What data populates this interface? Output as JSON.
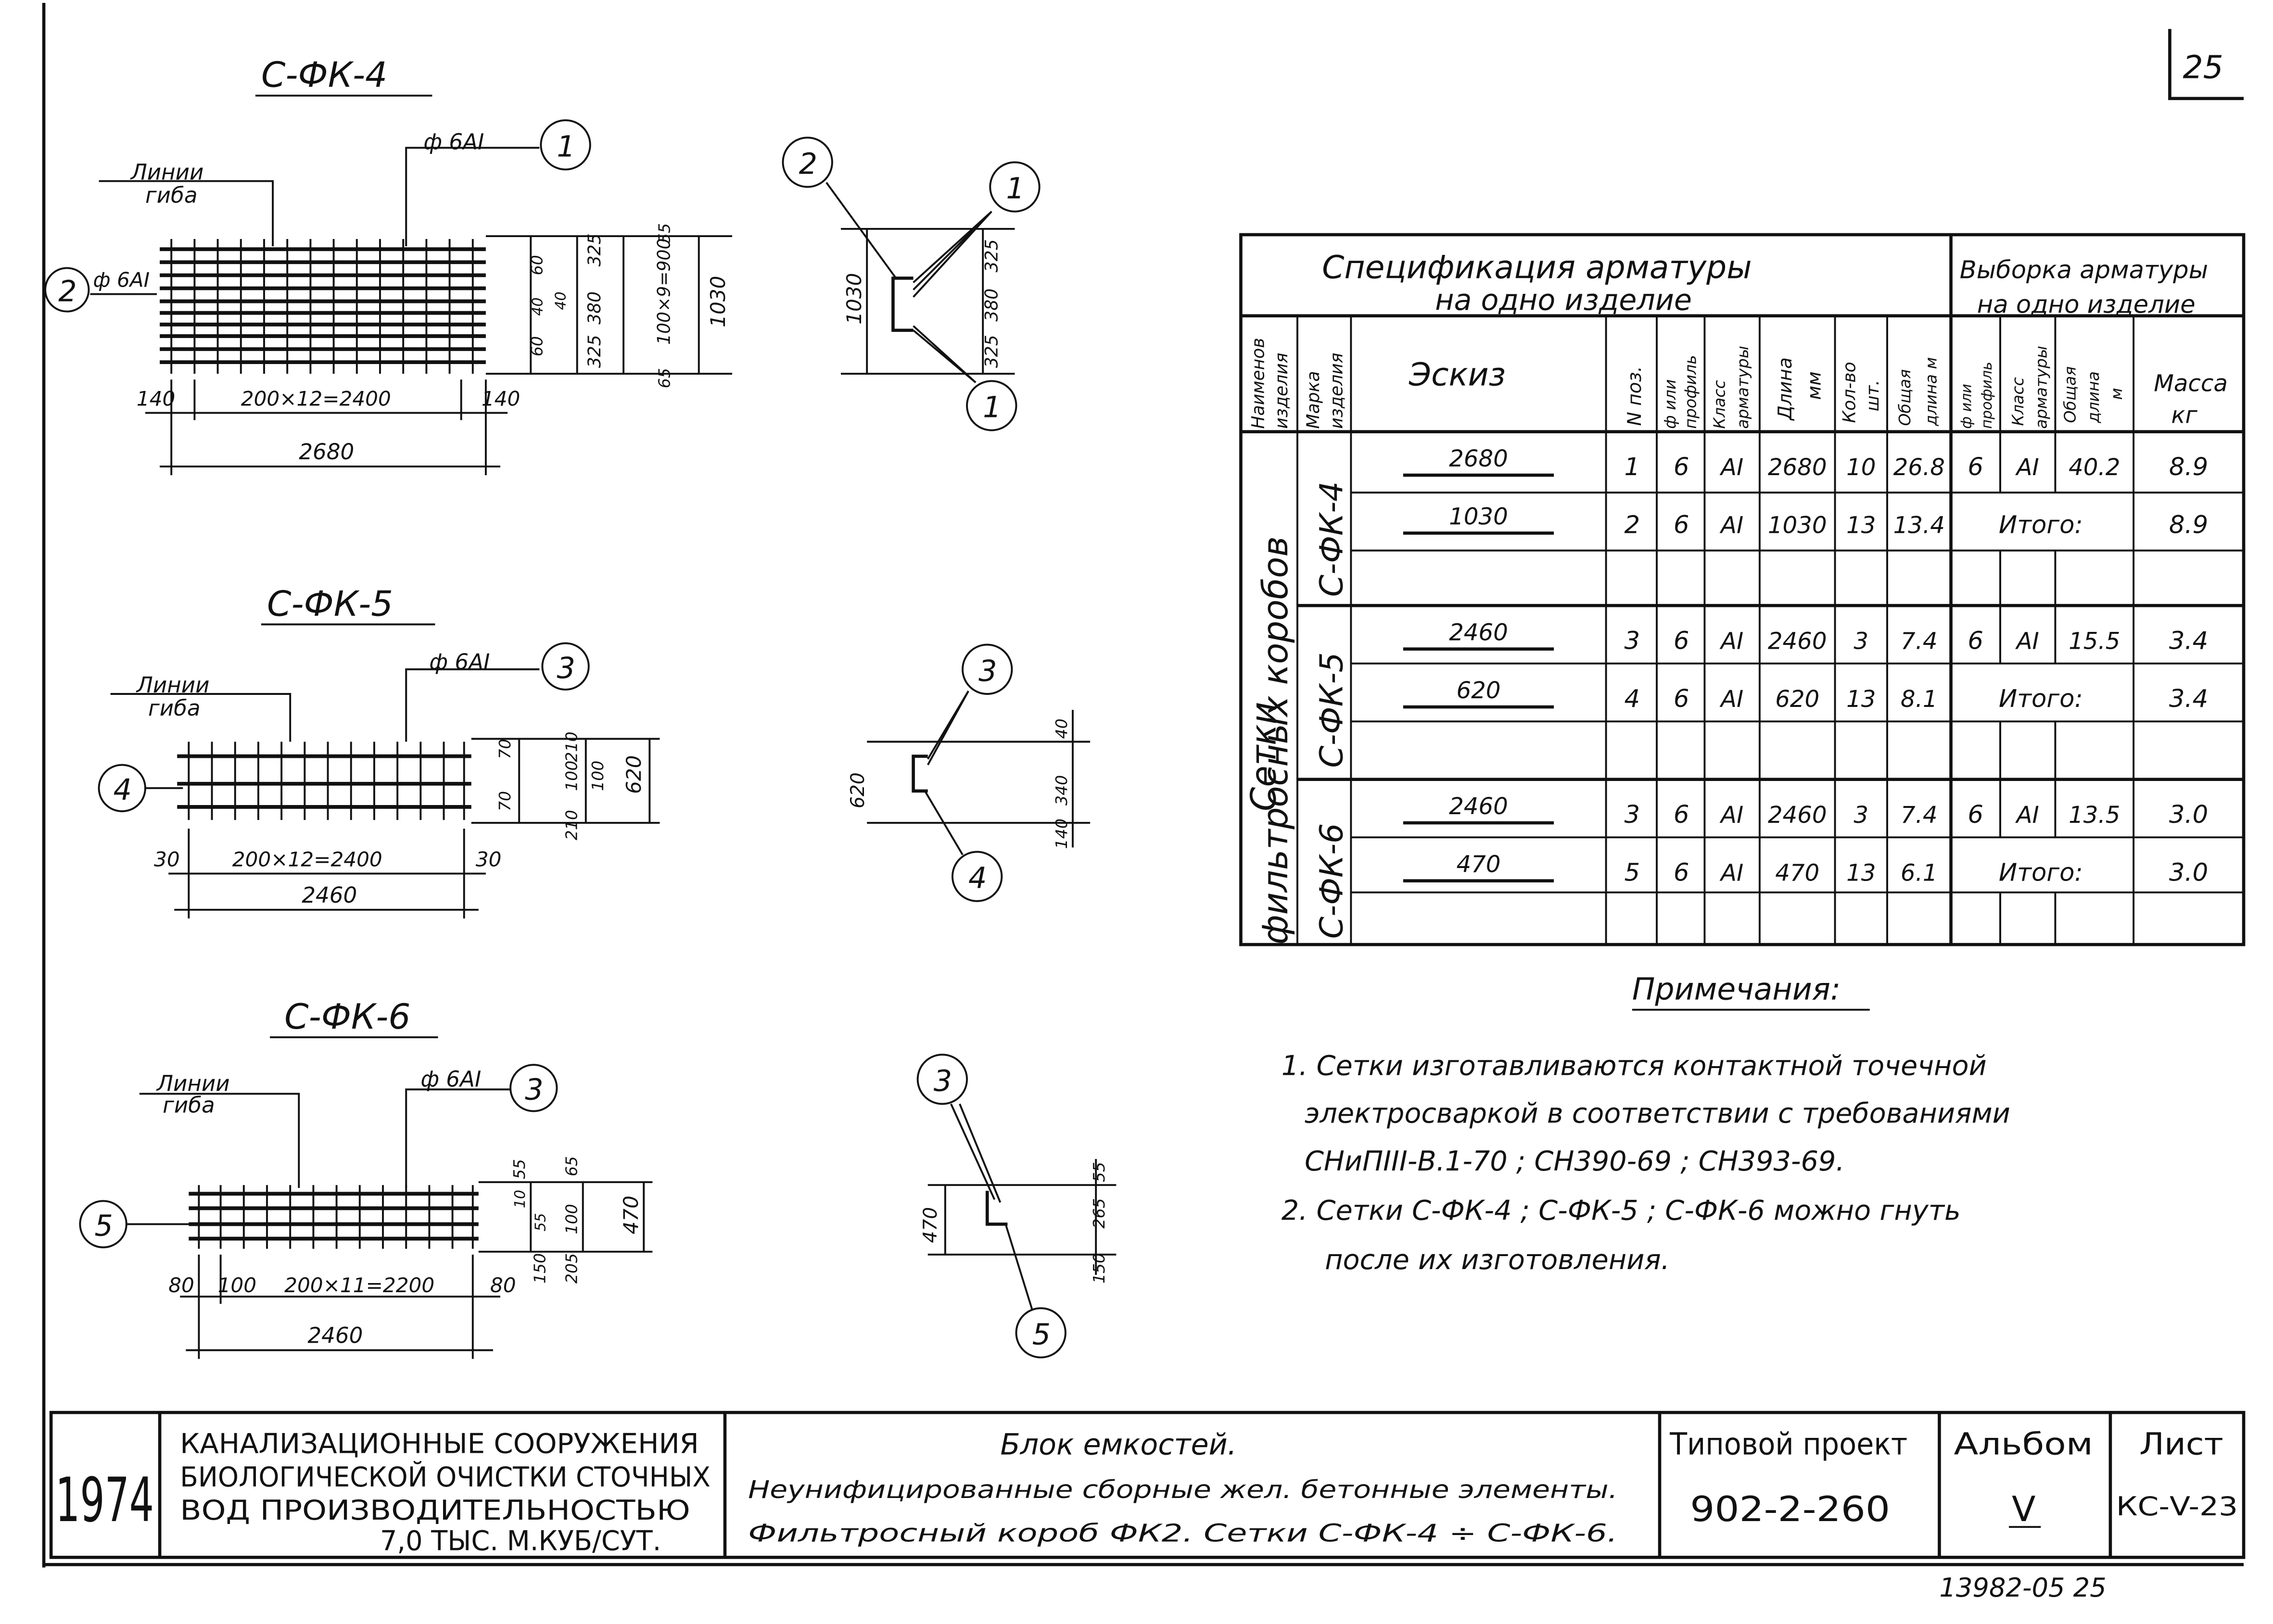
{
  "sheet_number": "25",
  "footer_code": "13982-05  25",
  "drawings": [
    {
      "title": "С-ФК-4",
      "bend_label": [
        "Линии",
        "гиба"
      ],
      "longitudinal_bar": "ф 6АI",
      "longitudinal_marker": "1",
      "cross_bar": "ф 6АI",
      "cross_marker": "2",
      "dim_left": "140",
      "dim_span": "200×12=2400",
      "dim_right": "140",
      "dim_total": "2680",
      "right_dims": [
        "60",
        "40",
        "40",
        "60",
        "325",
        "380",
        "325",
        "55",
        "100×9=900",
        "65",
        "1030"
      ],
      "section_markers": [
        "2",
        "1",
        "1"
      ],
      "section_height": "1030",
      "section_dims": [
        "325",
        "380",
        "325"
      ]
    },
    {
      "title": "С-ФК-5",
      "bend_label": [
        "Линии",
        "гиба"
      ],
      "longitudinal_bar": "ф 6АI",
      "longitudinal_marker": "3",
      "cross_marker": "4",
      "dim_left": "30",
      "dim_span": "200×12=2400",
      "dim_right": "30",
      "dim_total": "2460",
      "right_dims": [
        "70",
        "70",
        "210",
        "100",
        "210",
        "100",
        "620"
      ],
      "section_markers": [
        "3",
        "4"
      ],
      "section_height": "620",
      "section_dims": [
        "340",
        "40",
        "140"
      ]
    },
    {
      "title": "С-ФК-6",
      "bend_label": [
        "Линии",
        "гиба"
      ],
      "longitudinal_bar": "ф 6АI",
      "longitudinal_marker": "3",
      "cross_marker": "5",
      "dim_left": "80",
      "dim_edge": "100",
      "dim_span": "200×11=2200",
      "dim_right": "80",
      "dim_total": "2460",
      "right_dims": [
        "55",
        "10",
        "55",
        "150",
        "65",
        "100",
        "205",
        "470"
      ],
      "section_markers": [
        "3",
        "5"
      ],
      "section_height": "470",
      "section_dims": [
        "55",
        "265",
        "150"
      ]
    }
  ],
  "specification": {
    "title_line1": "Спецификация арматуры",
    "title_line2": "на одно изделие",
    "sample_title_line1": "Выборка арматуры",
    "sample_title_line2": "на одно изделие",
    "headers": {
      "name": [
        "Наименов",
        "изделия"
      ],
      "mark": [
        "Марка",
        "изделия"
      ],
      "sketch": "Эскиз",
      "pos": "N поз.",
      "diameter": [
        "ф или",
        "профиль"
      ],
      "class": [
        "Класс",
        "арматуры"
      ],
      "length": [
        "Длина",
        "мм"
      ],
      "count": [
        "Кол-во",
        "шт."
      ],
      "total_length": [
        "Общая",
        "длина м"
      ],
      "s_diameter": [
        "ф или",
        "профиль"
      ],
      "s_class": [
        "Класс",
        "арматуры"
      ],
      "s_total": [
        "Общая",
        "длина",
        "м"
      ],
      "mass": [
        "Масса",
        "кг"
      ]
    },
    "group_name": [
      "Сетки",
      "фильтросных коробов"
    ],
    "products": [
      {
        "mark": "С-ФК-4",
        "rows": [
          {
            "sketch": "2680",
            "pos": "1",
            "diameter": "6",
            "class": "АI",
            "length": "2680",
            "count": "10",
            "total": "26.8"
          },
          {
            "sketch": "1030",
            "pos": "2",
            "diameter": "6",
            "class": "АI",
            "length": "1030",
            "count": "13",
            "total": "13.4"
          }
        ],
        "sample": {
          "diameter": "6",
          "class": "АI",
          "total": "40.2",
          "mass": "8.9"
        },
        "itogo_label": "Итого:",
        "itogo": "8.9"
      },
      {
        "mark": "С-ФК-5",
        "rows": [
          {
            "sketch": "2460",
            "pos": "3",
            "diameter": "6",
            "class": "АI",
            "length": "2460",
            "count": "3",
            "total": "7.4"
          },
          {
            "sketch": "620",
            "pos": "4",
            "diameter": "6",
            "class": "АI",
            "length": "620",
            "count": "13",
            "total": "8.1"
          }
        ],
        "sample": {
          "diameter": "6",
          "class": "АI",
          "total": "15.5",
          "mass": "3.4"
        },
        "itogo_label": "Итого:",
        "itogo": "3.4"
      },
      {
        "mark": "С-ФК-6",
        "rows": [
          {
            "sketch": "2460",
            "pos": "3",
            "diameter": "6",
            "class": "АI",
            "length": "2460",
            "count": "3",
            "total": "7.4"
          },
          {
            "sketch": "470",
            "pos": "5",
            "diameter": "6",
            "class": "АI",
            "length": "470",
            "count": "13",
            "total": "6.1"
          }
        ],
        "sample": {
          "diameter": "6",
          "class": "АI",
          "total": "13.5",
          "mass": "3.0"
        },
        "itogo_label": "Итого:",
        "itogo": "3.0"
      }
    ]
  },
  "notes": {
    "title": "Примечания:",
    "lines": [
      "1.  Сетки изготавливаются контактной точечной",
      "электросваркой  в соответствии с требованиями",
      "СНиПIII-В.1-70 ; СН390-69 ; СН393-69.",
      "2.  Сетки С-ФК-4 ; С-ФК-5 ; С-ФК-6  можно гнуть",
      "после их изготовления."
    ]
  },
  "title_block": {
    "year": "1974",
    "org_lines": [
      "КАНАЛИЗАЦИОННЫЕ  СООРУЖЕНИЯ",
      "БИОЛОГИЧЕСКОЙ ОЧИСТКИ СТОЧНЫХ",
      "ВОД    ПРОИЗВОДИТЕЛЬНОСТЬЮ",
      "7,0 ТЫС. М.КУБ/СУТ."
    ],
    "desc_lines": [
      "Блок  емкостей.",
      "Неунифицированные  сборные жел. бетонные элементы.",
      "Фильтросный  короб ФК2.  Сетки С-ФК-4 ÷ С-ФК-6."
    ],
    "project_label": "Типовой проект",
    "project_number": "902-2-260",
    "album_label": "Альбом",
    "album_value": "V",
    "sheet_label": "Лист",
    "sheet_value": "КС-V-23"
  }
}
